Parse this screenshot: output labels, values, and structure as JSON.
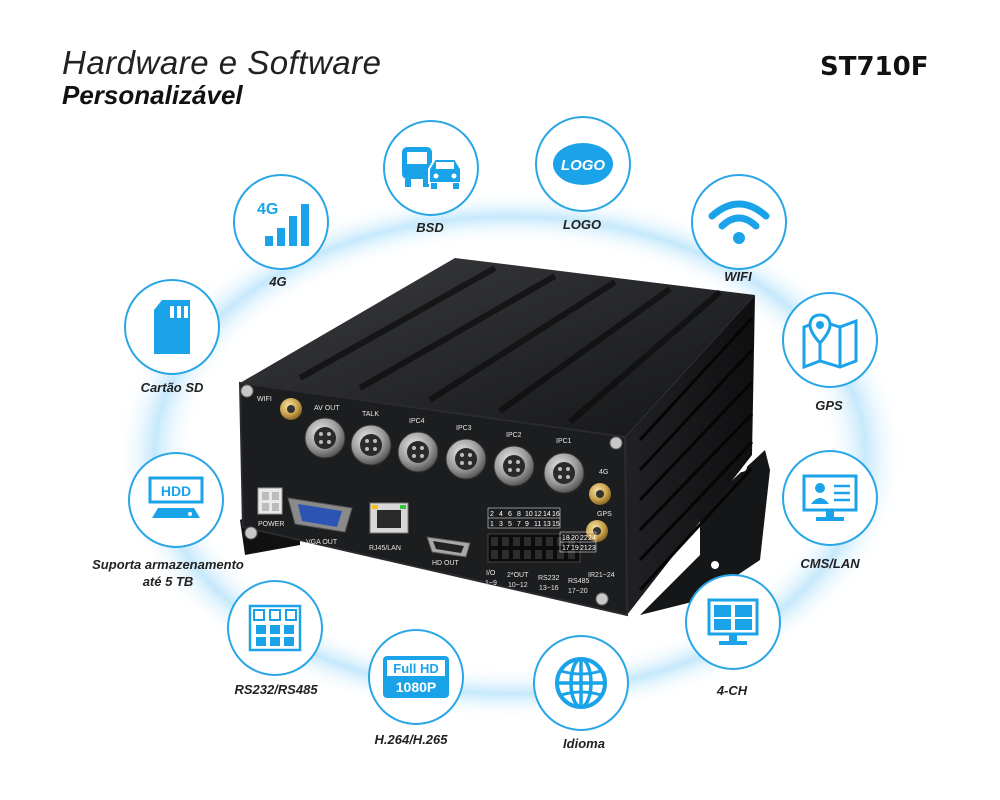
{
  "header": {
    "title_line1": "Hardware e Software",
    "title_line2": "Personalizável",
    "model": "ST710F"
  },
  "features": [
    {
      "id": "4g",
      "label": "4G",
      "icon": "signal-4g-icon",
      "icon_text": "4G"
    },
    {
      "id": "bsd",
      "label": "BSD",
      "icon": "blind-spot-vehicles-icon"
    },
    {
      "id": "logo",
      "label": "LOGO",
      "icon": "logo-badge-icon",
      "icon_text": "LOGO"
    },
    {
      "id": "wifi",
      "label": "WIFI",
      "icon": "wifi-icon"
    },
    {
      "id": "gps",
      "label": "GPS",
      "icon": "map-pin-icon"
    },
    {
      "id": "cms",
      "label": "CMS/LAN",
      "icon": "monitor-profile-icon"
    },
    {
      "id": "4ch",
      "label": "4-CH",
      "icon": "split-screen-monitor-icon"
    },
    {
      "id": "idioma",
      "label": "Idioma",
      "icon": "globe-icon"
    },
    {
      "id": "h264",
      "label": "H.264/H.265",
      "icon": "full-hd-1080p-icon",
      "icon_text1": "Full HD",
      "icon_text2": "1080P"
    },
    {
      "id": "rs232",
      "label": "RS232/RS485",
      "icon": "serial-ports-icon"
    },
    {
      "id": "hdd",
      "label": "Suporta armazenamento\nate 5 TB",
      "label_line1": "Suporta armazenamento",
      "label_line2": "até 5 TB",
      "icon": "hdd-drive-icon",
      "icon_text": "HDD"
    },
    {
      "id": "sd",
      "label": "Cartão SD",
      "icon": "sd-card-icon"
    }
  ],
  "device": {
    "port_labels": {
      "wifi": "WIFI",
      "av_out": "AV OUT",
      "talk": "TALK",
      "ipc4": "IPC4",
      "ipc3": "IPC3",
      "ipc2": "IPC2",
      "ipc1": "IPC1",
      "g4": "4G",
      "gps": "GPS",
      "power": "POWER",
      "vga": "VGA OUT",
      "rj45": "RJ45/LAN",
      "hd_out": "HD OUT",
      "io": "I/O",
      "io_range": "1~9",
      "out": "2*OUT",
      "out_range": "10~12",
      "rs232": "RS232",
      "rs232_range": "13~16",
      "rs485": "RS485",
      "rs485_range": "17~20",
      "ir": "IR21~24"
    },
    "terminal_top": [
      "2",
      "4",
      "6",
      "8",
      "10",
      "12",
      "14",
      "16"
    ],
    "terminal_bottom": [
      "1",
      "3",
      "5",
      "7",
      "9",
      "11",
      "13",
      "15"
    ],
    "terminal_right_top": [
      "18",
      "20",
      "22",
      "24"
    ],
    "terminal_right_bottom": [
      "17",
      "19",
      "21",
      "23"
    ]
  },
  "colors": {
    "accent": "#1aa3e8",
    "device": "#1b1c1e",
    "text": "#222222"
  }
}
